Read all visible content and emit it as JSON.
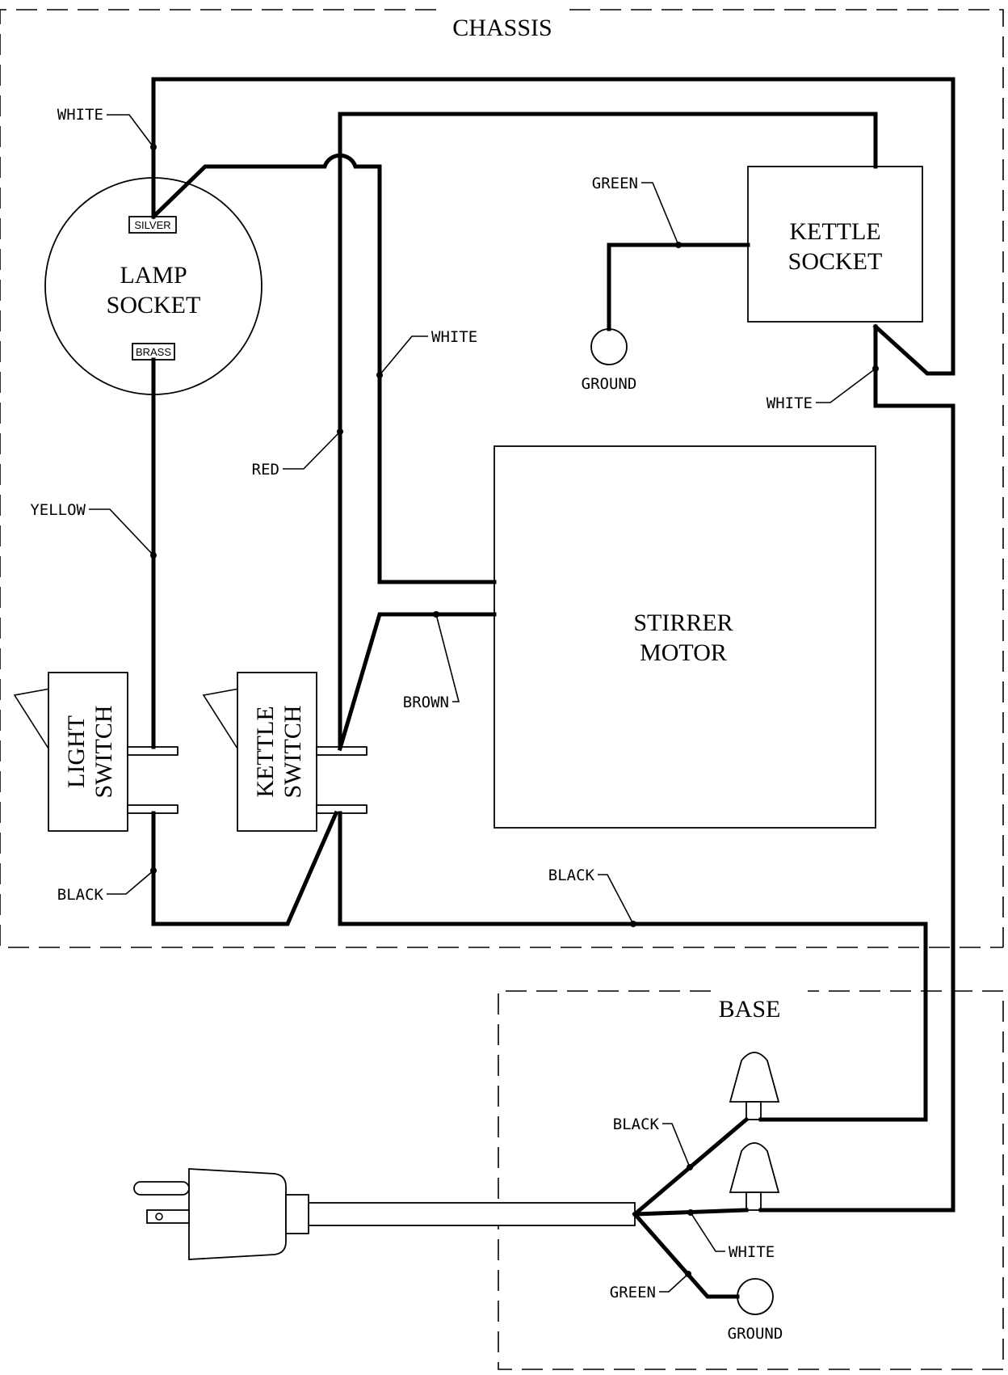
{
  "regions": {
    "chassis": "CHASSIS",
    "base": "BASE"
  },
  "components": {
    "lamp_socket": [
      "LAMP",
      "SOCKET"
    ],
    "silver_terminal": "SILVER",
    "brass_terminal": "BRASS",
    "kettle_socket": [
      "KETTLE",
      "SOCKET"
    ],
    "stirrer_motor": [
      "STIRRER",
      "MOTOR"
    ],
    "light_switch": [
      "LIGHT",
      "SWITCH"
    ],
    "kettle_switch": [
      "KETTLE",
      "SWITCH"
    ]
  },
  "wire_labels": {
    "white_top": "WHITE",
    "green_top": "GREEN",
    "ground_top": "GROUND",
    "white_mid": "WHITE",
    "white_right": "WHITE",
    "red": "RED",
    "yellow": "YELLOW",
    "brown": "BROWN",
    "black_left": "BLACK",
    "black_mid": "BLACK",
    "black_base": "BLACK",
    "white_base": "WHITE",
    "green_base": "GREEN",
    "ground_base": "GROUND"
  }
}
